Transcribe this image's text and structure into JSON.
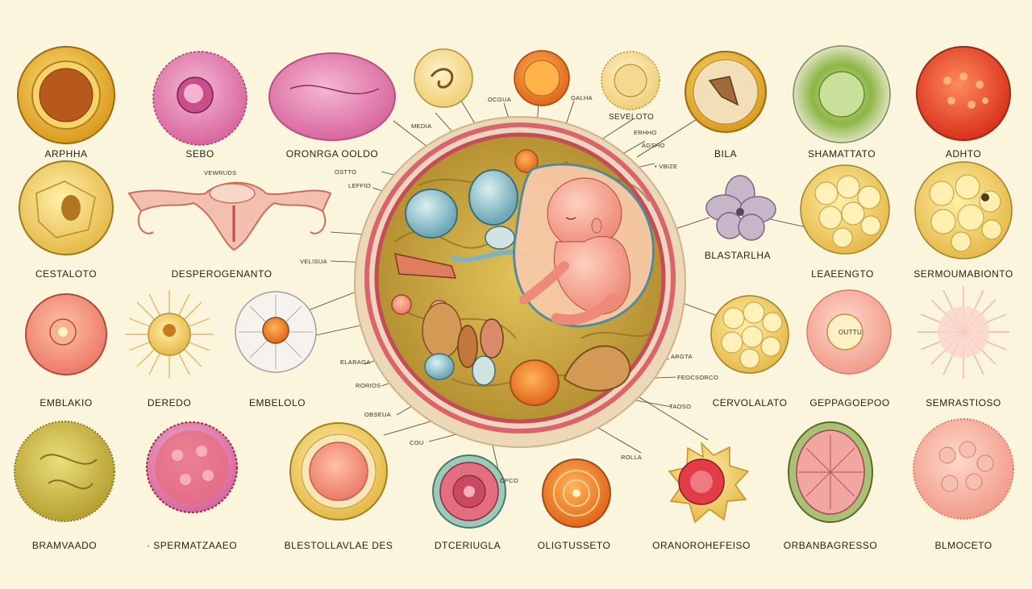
{
  "colors": {
    "background": "#fbf5dd",
    "outer_ring": "#e7d2b0",
    "membrane": "#d9646b",
    "tissue": "#c9a646",
    "fetus": "#f3a08d"
  },
  "cell_labels": {
    "r1c1": "ARPHHA",
    "r1c2": "SEBO",
    "r1c3": "ORONRGA OOLDO",
    "r1c4": "BILA",
    "r1c5": "SHAMATTATO",
    "r1c6": "ADHTO",
    "r2c1": "CESTALOTO",
    "r2c2": "DESPEROGENANTO",
    "r2c4": "BLASTARLHA",
    "r2c5": "LEAEENGTO",
    "r2c6": "SERMOUMABIONTO",
    "r3c1": "EMBLAKIO",
    "r3c2": "DEREDO",
    "r3c3": "EMBELOLO",
    "r3c4": "CERVOLALATO",
    "r3c5": "GEPPAGOEPOO",
    "r3c6": "SEMRASTIOSO",
    "r4c1": "BRAMVAADO",
    "r4c2": "· SPERMATZAAEO",
    "r4c3": "BLESTOLLAVLAE DES",
    "r4c4": "DTCERIUGLA",
    "r4c5": "OLIGTUSSETO",
    "r4c6": "ORANOROHEFEISO",
    "r4c7": "ORBANBAGRESSO",
    "r4c8": "BLMOCETO"
  },
  "callouts": {
    "seveloto": "SEVELOTO",
    "ocgua": "OCGUA",
    "galha": "GALHA",
    "media": "MEDIA",
    "erhho": "ERHHO",
    "agsho": "AGSHO",
    "vbize": "• VBIZE",
    "vemruds": "VEWRUDS",
    "ostto": "OSTTO",
    "leffio": "LEFFIO",
    "veusua": "VELISUA",
    "elaraga": "ELARAGA",
    "rorios": "RORIOS",
    "obseua": "OBSEUA",
    "cou": "COU",
    "argta": "ARGTA",
    "feocsorco": "FEOCSORCO",
    "taoso": "TAOSO",
    "cpco": "CPCO",
    "rolla": "ROLLA",
    "oultu": "OUTTU"
  }
}
